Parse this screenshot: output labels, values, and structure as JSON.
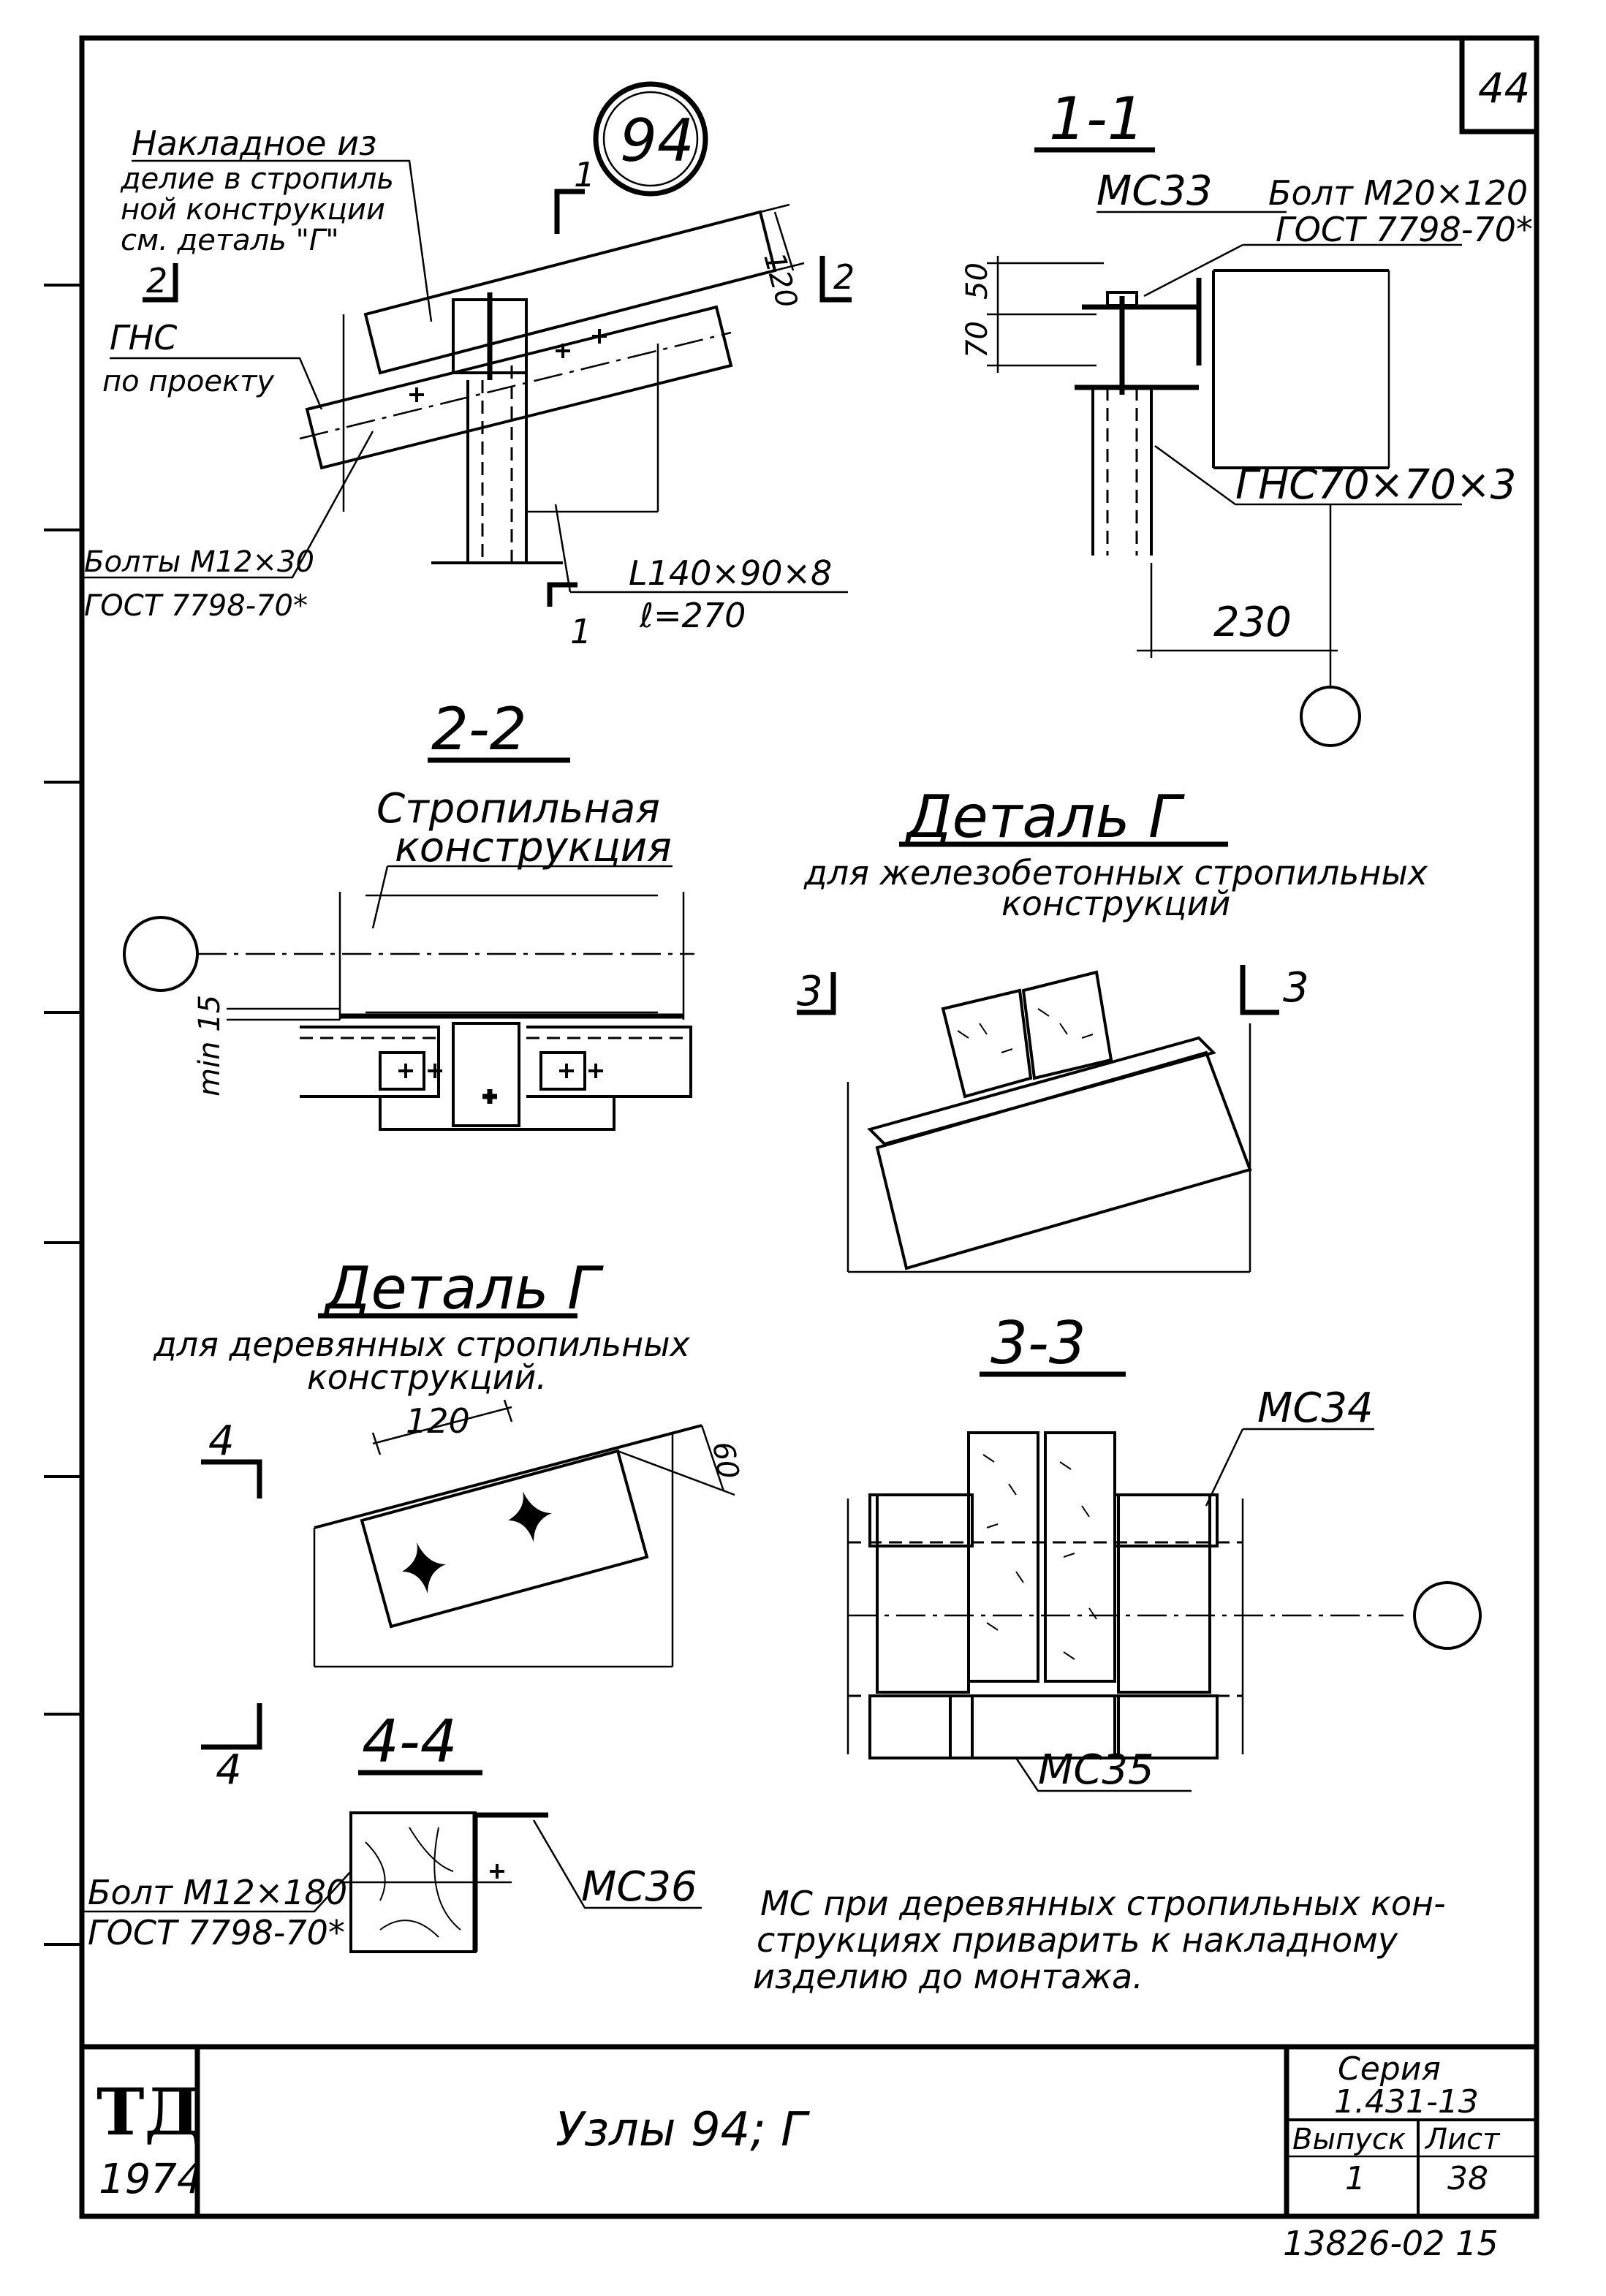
{
  "sheet_number_corner": "44",
  "node_mark": "94",
  "detail_94": {
    "overlay_label": [
      "Накладное из",
      "делие в стропиль",
      "ной конструкции",
      "см. деталь \"Г\""
    ],
    "ghs_label": [
      "ГНС",
      "по проекту"
    ],
    "bolts_label": [
      "Болты М12×30",
      "ГОСТ 7798-70*"
    ],
    "angle_label": [
      "L140×90×8",
      "ℓ=270"
    ],
    "dim_120": "120",
    "cut1_mark": "1",
    "cut2_mark": "2"
  },
  "section_1_1": {
    "title": "1-1",
    "mc_label": "МС33",
    "bolt_label": [
      "Болт М20×120",
      "ГОСТ 7798-70*"
    ],
    "dims": [
      "50",
      "70"
    ],
    "ghs_label": "ГНС70×70×3",
    "dim_230": "230"
  },
  "section_2_2": {
    "title": "2-2",
    "rafter_label": [
      "Стропильная",
      "конструкция"
    ],
    "min_label": "min 15"
  },
  "detail_g_concrete": {
    "title": "Деталь Г",
    "subtitle": [
      "для железобетонных стропильных",
      "конструкций"
    ],
    "cut_mark": "3"
  },
  "detail_g_wood": {
    "title": "Деталь Г",
    "subtitle": [
      "для деревянных стропильных",
      "конструкций."
    ],
    "dim_120": "120",
    "dim_60": "60",
    "cut_mark": "4"
  },
  "section_3_3": {
    "title": "3-3",
    "mc34": "МС34",
    "mc35": "МС35"
  },
  "section_4_4": {
    "title": "4-4",
    "bolt_label": [
      "Болт М12×180",
      "ГОСТ 7798-70*"
    ],
    "mc36": "МС36"
  },
  "note": [
    "МС при деревянных стропильных кон-",
    "струкциях приварить к накладному",
    "изделию до монтажа."
  ],
  "title_block": {
    "org": "ТД",
    "year": "1974",
    "title": "Узлы 94; Г",
    "series_label": "Серия",
    "series_value": "1.431-13",
    "issue_label": "Выпуск",
    "issue_value": "1",
    "sheet_label": "Лист",
    "sheet_value": "38"
  },
  "archive_number": "13826-02 15"
}
